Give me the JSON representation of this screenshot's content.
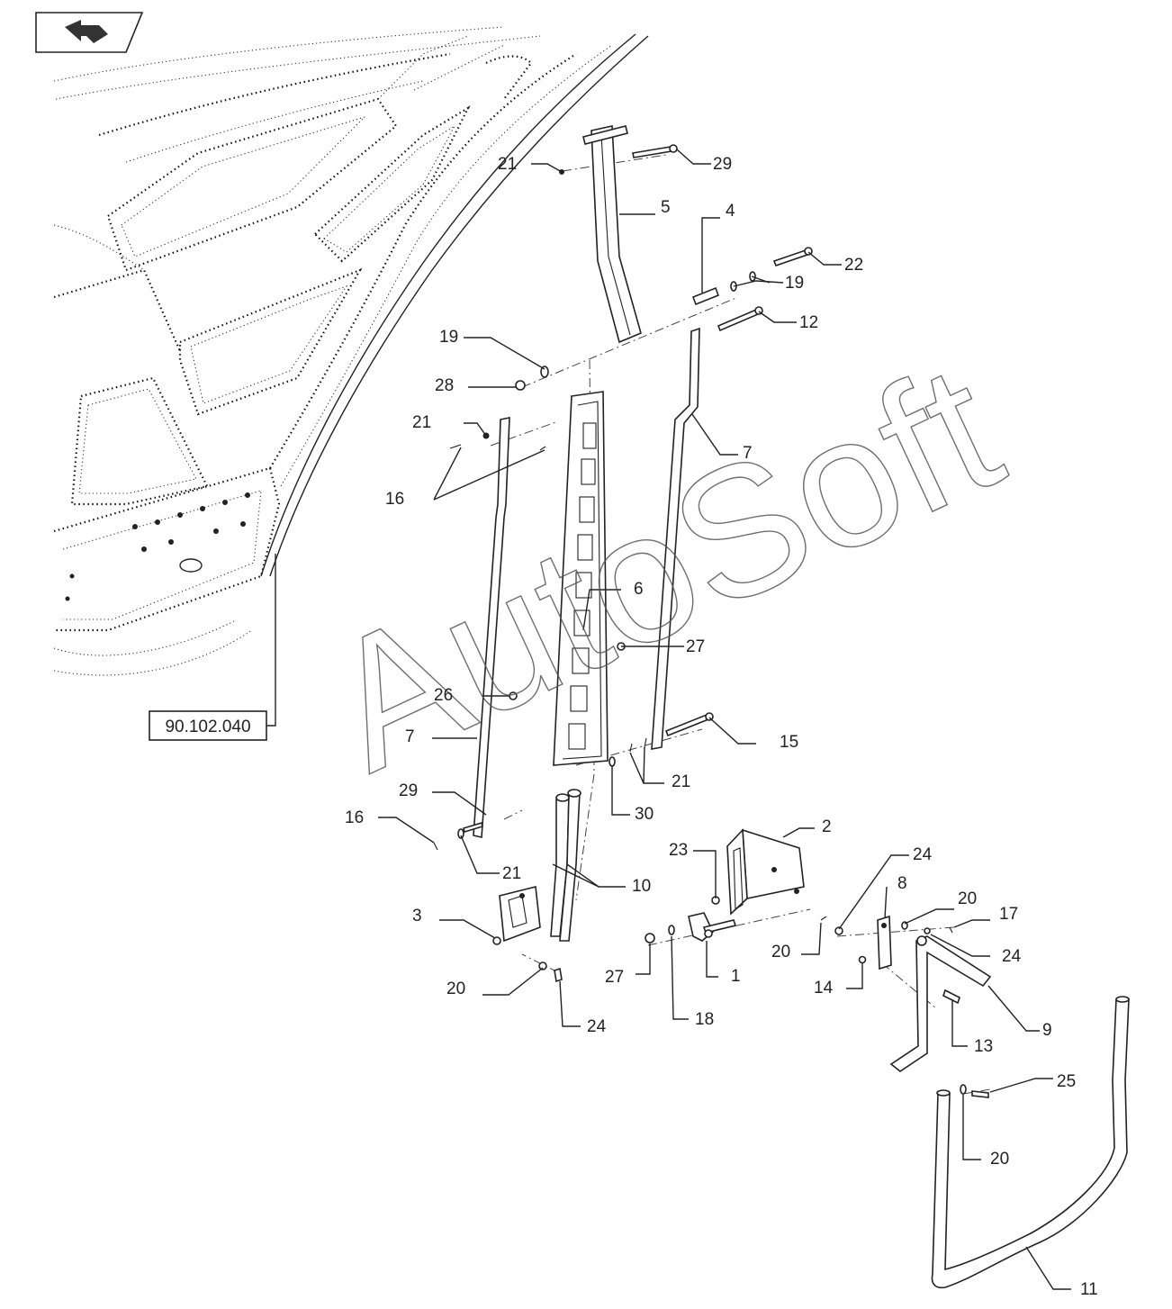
{
  "back_button": {
    "icon": "return-arrow-icon"
  },
  "reference": {
    "label": "90.102.040"
  },
  "watermark": {
    "text": "AutoSoft"
  },
  "callouts": [
    {
      "id": "c-21a",
      "label": "21"
    },
    {
      "id": "c-29a",
      "label": "29"
    },
    {
      "id": "c-5",
      "label": "5"
    },
    {
      "id": "c-4",
      "label": "4"
    },
    {
      "id": "c-22",
      "label": "22"
    },
    {
      "id": "c-19a",
      "label": "19"
    },
    {
      "id": "c-12",
      "label": "12"
    },
    {
      "id": "c-19b",
      "label": "19"
    },
    {
      "id": "c-28",
      "label": "28"
    },
    {
      "id": "c-21b",
      "label": "21"
    },
    {
      "id": "c-7a",
      "label": "7"
    },
    {
      "id": "c-16a",
      "label": "16"
    },
    {
      "id": "c-6",
      "label": "6"
    },
    {
      "id": "c-27a",
      "label": "27"
    },
    {
      "id": "c-26",
      "label": "26"
    },
    {
      "id": "c-7b",
      "label": "7"
    },
    {
      "id": "c-15",
      "label": "15"
    },
    {
      "id": "c-21c",
      "label": "21"
    },
    {
      "id": "c-30",
      "label": "30"
    },
    {
      "id": "c-29b",
      "label": "29"
    },
    {
      "id": "c-16b",
      "label": "16"
    },
    {
      "id": "c-21d",
      "label": "21"
    },
    {
      "id": "c-10",
      "label": "10"
    },
    {
      "id": "c-2",
      "label": "2"
    },
    {
      "id": "c-23",
      "label": "23"
    },
    {
      "id": "c-24a",
      "label": "24"
    },
    {
      "id": "c-8",
      "label": "8"
    },
    {
      "id": "c-20a",
      "label": "20"
    },
    {
      "id": "c-17",
      "label": "17"
    },
    {
      "id": "c-3",
      "label": "3"
    },
    {
      "id": "c-20b",
      "label": "20"
    },
    {
      "id": "c-24b",
      "label": "24"
    },
    {
      "id": "c-14",
      "label": "14"
    },
    {
      "id": "c-27b",
      "label": "27"
    },
    {
      "id": "c-1",
      "label": "1"
    },
    {
      "id": "c-9",
      "label": "9"
    },
    {
      "id": "c-20c",
      "label": "20"
    },
    {
      "id": "c-24c",
      "label": "24"
    },
    {
      "id": "c-18",
      "label": "18"
    },
    {
      "id": "c-13",
      "label": "13"
    },
    {
      "id": "c-25",
      "label": "25"
    },
    {
      "id": "c-20d",
      "label": "20"
    },
    {
      "id": "c-11",
      "label": "11"
    }
  ]
}
